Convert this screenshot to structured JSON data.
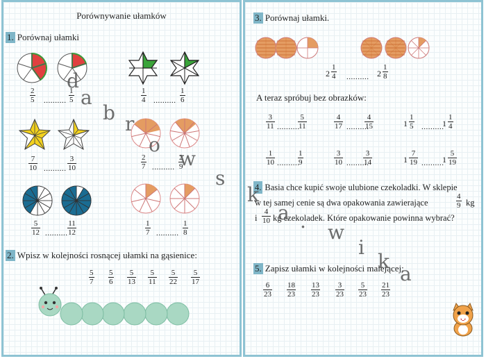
{
  "left": {
    "title": "Porównywanie ułamków",
    "q1": {
      "num": "1.",
      "text": "Porównaj ułamki"
    },
    "q2": {
      "num": "2.",
      "text": "Wpisz w kolejności rosnącej ułamki na gąsienice:"
    },
    "pairs": [
      {
        "a": [
          "2",
          "5"
        ],
        "b": [
          "1",
          "5"
        ]
      },
      {
        "a": [
          "1",
          "4"
        ],
        "b": [
          "1",
          "6"
        ]
      },
      {
        "a": [
          "7",
          "10"
        ],
        "b": [
          "3",
          "10"
        ]
      },
      {
        "a": [
          "2",
          "7"
        ],
        "b": [
          "2",
          "9"
        ]
      },
      {
        "a": [
          "5",
          "12"
        ],
        "b": [
          "11",
          "12"
        ]
      },
      {
        "a": [
          "1",
          "7"
        ],
        "b": [
          "1",
          "8"
        ]
      }
    ],
    "blank": "..........",
    "caterpillar_fracs": [
      [
        "5",
        "7"
      ],
      [
        "5",
        "6"
      ],
      [
        "5",
        "13"
      ],
      [
        "5",
        "11"
      ],
      [
        "5",
        "22"
      ],
      [
        "5",
        "17"
      ]
    ]
  },
  "right": {
    "q3": {
      "num": "3.",
      "text": "Porównaj ułamki."
    },
    "mixed_top": {
      "a": {
        "w": "2",
        "n": "1",
        "d": "4"
      },
      "b": {
        "w": "2",
        "n": "1",
        "d": "8"
      }
    },
    "sub": "A teraz spróbuj bez obrazków:",
    "row1": [
      {
        "a": [
          "3",
          "11"
        ],
        "b": [
          "5",
          "11"
        ]
      },
      {
        "a": [
          "4",
          "17"
        ],
        "b": [
          "4",
          "15"
        ]
      },
      {
        "a": {
          "w": "1",
          "n": "1",
          "d": "5"
        },
        "b": {
          "w": "1",
          "n": "1",
          "d": "4"
        }
      }
    ],
    "row2": [
      {
        "a": [
          "1",
          "10"
        ],
        "b": [
          "1",
          "9"
        ]
      },
      {
        "a": [
          "3",
          "10"
        ],
        "b": [
          "3",
          "14"
        ]
      },
      {
        "a": {
          "w": "1",
          "n": "7",
          "d": "19"
        },
        "b": {
          "w": "1",
          "n": "5",
          "d": "19"
        }
      }
    ],
    "q4": {
      "num": "4.",
      "line1": "Basia chce kupić swoje ulubione czekoladki. W sklepie",
      "line2a": "w tej samej cenie są dwa opakowania zawierające",
      "f1": [
        "4",
        "9"
      ],
      "unit1": "kg",
      "line3a": "i",
      "f2": [
        "4",
        "10"
      ],
      "line3b": "kg czekoladek. Które opakowanie powinna wybrać?"
    },
    "q5": {
      "num": "5.",
      "text": "Zapisz ułamki w kolejności malejącej:"
    },
    "q5_fracs": [
      [
        "6",
        "23"
      ],
      [
        "18",
        "23"
      ],
      [
        "13",
        "23"
      ],
      [
        "3",
        "23"
      ],
      [
        "5",
        "23"
      ],
      [
        "21",
        "23"
      ]
    ]
  },
  "watermark": [
    "d",
    "a",
    "b",
    "r",
    "o",
    "w",
    "s",
    "k",
    "a",
    ".",
    "w",
    "i",
    "k",
    "a"
  ],
  "colors": {
    "frame": "#8ec3d3",
    "badge": "#7fb6c8",
    "watermelon": "#e0403f",
    "green_star": "#3aa43a",
    "yellow_star": "#f2d11e",
    "blue": "#1a6c92",
    "caterpillar": "#a9d8c3",
    "pie": "#e49c62"
  }
}
